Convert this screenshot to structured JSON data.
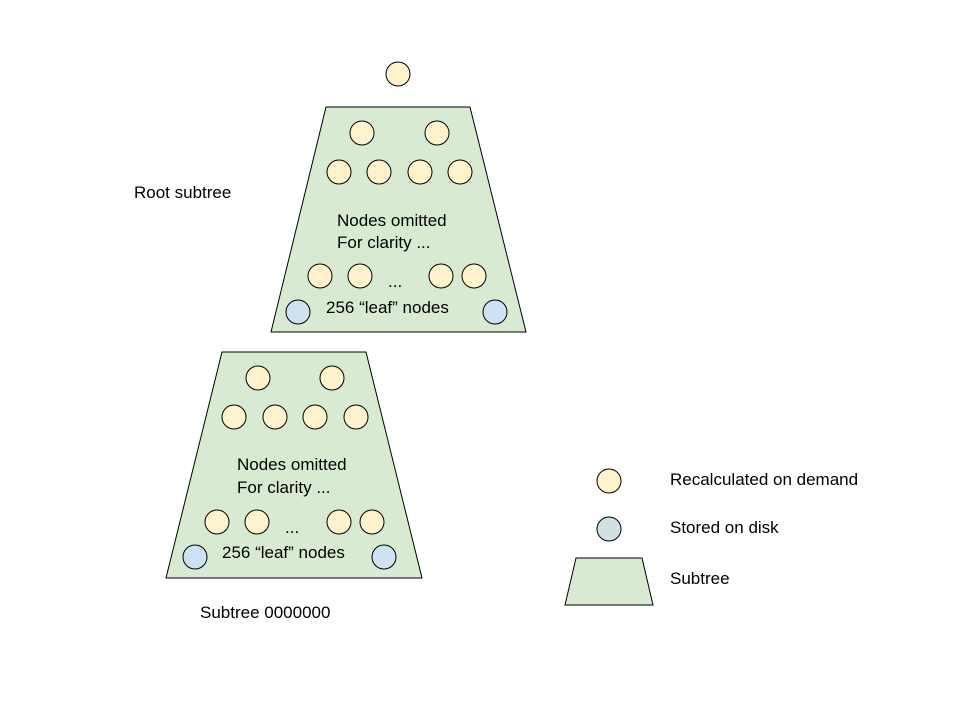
{
  "colors": {
    "recalculated_node": "#fff2cc",
    "stored_leaf_node": "#cfe2f3",
    "stored_legend_node": "#d0e0e3",
    "subtree_fill": "#d9ead3",
    "outline": "#000000"
  },
  "root_subtree": {
    "label": "Root subtree",
    "omitted_line1": "Nodes omitted",
    "omitted_line2": "For clarity ...",
    "ellipsis": "...",
    "leaf_label": "256 “leaf” nodes"
  },
  "lower_subtree": {
    "label": "Subtree 0000000",
    "omitted_line1": "Nodes omitted",
    "omitted_line2": "For clarity ...",
    "ellipsis": "...",
    "leaf_label": "256 “leaf” nodes"
  },
  "legend": {
    "recalculated": "Recalculated on demand",
    "stored": "Stored on disk",
    "subtree": "Subtree"
  }
}
